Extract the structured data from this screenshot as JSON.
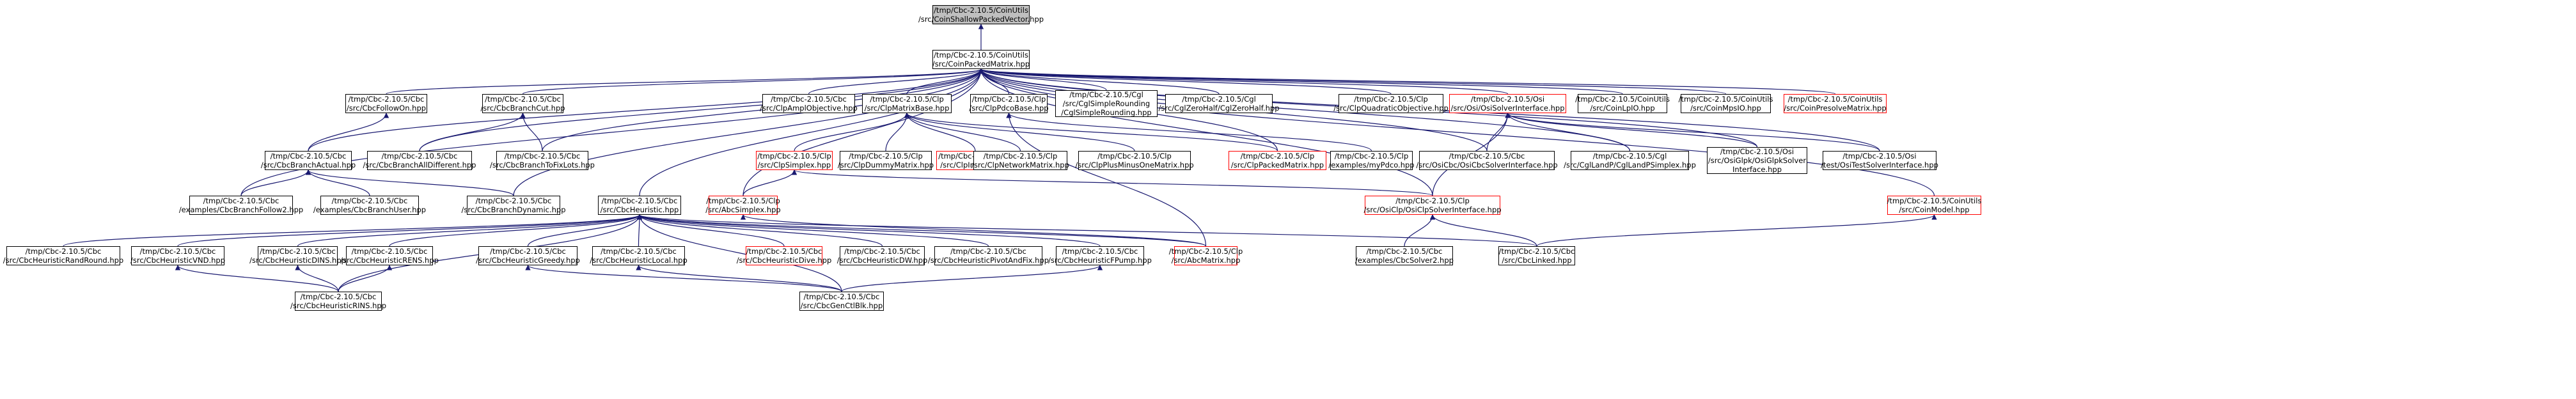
{
  "nodes": [
    {
      "id": "root",
      "lines": [
        "/tmp/Cbc-2.10.5/CoinUtils",
        "/src/CoinShallowPackedVector.hpp"
      ],
      "style": "root"
    },
    {
      "id": "cpm",
      "lines": [
        "/tmp/Cbc-2.10.5/CoinUtils",
        "/src/CoinPackedMatrix.hpp"
      ],
      "style": "black"
    },
    {
      "id": "followon",
      "lines": [
        "/tmp/Cbc-2.10.5/Cbc",
        "/src/CbcFollowOn.hpp"
      ],
      "style": "black"
    },
    {
      "id": "branchcut",
      "lines": [
        "/tmp/Cbc-2.10.5/Cbc",
        "/src/CbcBranchCut.hpp"
      ],
      "style": "black"
    },
    {
      "id": "amplobj",
      "lines": [
        "/tmp/Cbc-2.10.5/Cbc",
        "/src/ClpAmplObjective.hpp"
      ],
      "style": "black"
    },
    {
      "id": "clpmatbase",
      "lines": [
        "/tmp/Cbc-2.10.5/Clp",
        "/src/ClpMatrixBase.hpp"
      ],
      "style": "black"
    },
    {
      "id": "clppdco",
      "lines": [
        "/tmp/Cbc-2.10.5/Clp",
        "/src/ClpPdcoBase.hpp"
      ],
      "style": "black"
    },
    {
      "id": "cglsimple",
      "lines": [
        "/tmp/Cbc-2.10.5/Cgl",
        "/src/CglSimpleRounding",
        "/CglSimpleRounding.hpp"
      ],
      "style": "black"
    },
    {
      "id": "cglzero",
      "lines": [
        "/tmp/Cbc-2.10.5/Cgl",
        "/src/CglZeroHalf/CglZeroHalf.hpp"
      ],
      "style": "black"
    },
    {
      "id": "clpquad",
      "lines": [
        "/tmp/Cbc-2.10.5/Clp",
        "/src/ClpQuadraticObjective.hpp"
      ],
      "style": "black"
    },
    {
      "id": "osisi",
      "lines": [
        "/tmp/Cbc-2.10.5/Osi",
        "/src/Osi/OsiSolverInterface.hpp"
      ],
      "style": "red"
    },
    {
      "id": "coinlpio",
      "lines": [
        "/tmp/Cbc-2.10.5/CoinUtils",
        "/src/CoinLpIO.hpp"
      ],
      "style": "black"
    },
    {
      "id": "coinmps",
      "lines": [
        "/tmp/Cbc-2.10.5/CoinUtils",
        "/src/CoinMpsIO.hpp"
      ],
      "style": "black"
    },
    {
      "id": "coinpresolve",
      "lines": [
        "/tmp/Cbc-2.10.5/CoinUtils",
        "/src/CoinPresolveMatrix.hpp"
      ],
      "style": "red"
    },
    {
      "id": "branchactual",
      "lines": [
        "/tmp/Cbc-2.10.5/Cbc",
        "/src/CbcBranchActual.hpp"
      ],
      "style": "black"
    },
    {
      "id": "branchalldiff",
      "lines": [
        "/tmp/Cbc-2.10.5/Cbc",
        "/src/CbcBranchAllDifferent.hpp"
      ],
      "style": "black"
    },
    {
      "id": "branchtofix",
      "lines": [
        "/tmp/Cbc-2.10.5/Cbc",
        "/src/CbcBranchToFixLots.hpp"
      ],
      "style": "black"
    },
    {
      "id": "clpsimplex",
      "lines": [
        "/tmp/Cbc-2.10.5/Clp",
        "/src/ClpSimplex.hpp"
      ],
      "style": "red"
    },
    {
      "id": "clpdummy",
      "lines": [
        "/tmp/Cbc-2.10.5/Clp",
        "/src/ClpDummyMatrix.hpp"
      ],
      "style": "black"
    },
    {
      "id": "clpinterior",
      "lines": [
        "/tmp/Cbc-2.10.5/Clp",
        "/src/ClpInterior.hpp"
      ],
      "style": "red"
    },
    {
      "id": "clpnetwork",
      "lines": [
        "/tmp/Cbc-2.10.5/Clp",
        "/src/ClpNetworkMatrix.hpp"
      ],
      "style": "black"
    },
    {
      "id": "clpplusminus",
      "lines": [
        "/tmp/Cbc-2.10.5/Clp",
        "/src/ClpPlusMinusOneMatrix.hpp"
      ],
      "style": "black"
    },
    {
      "id": "clppacked",
      "lines": [
        "/tmp/Cbc-2.10.5/Clp",
        "/src/ClpPackedMatrix.hpp"
      ],
      "style": "red"
    },
    {
      "id": "mypdco",
      "lines": [
        "/tmp/Cbc-2.10.5/Clp",
        "/examples/myPdco.hpp"
      ],
      "style": "black"
    },
    {
      "id": "osiclpsi",
      "lines": [
        "/tmp/Cbc-2.10.5/Cbc",
        "/src/OsiCbc/OsiCbcSolverInterface.hpp"
      ],
      "style": "black"
    },
    {
      "id": "cgllandp",
      "lines": [
        "/tmp/Cbc-2.10.5/Cgl",
        "/src/CglLandP/CglLandPSimplex.hpp"
      ],
      "style": "black"
    },
    {
      "id": "osiglpk",
      "lines": [
        "/tmp/Cbc-2.10.5/Osi",
        "/src/OsiGlpk/OsiGlpkSolver",
        "Interface.hpp"
      ],
      "style": "black"
    },
    {
      "id": "ositest",
      "lines": [
        "/tmp/Cbc-2.10.5/Osi",
        "/test/OsiTestSolverInterface.hpp"
      ],
      "style": "black"
    },
    {
      "id": "follow2",
      "lines": [
        "/tmp/Cbc-2.10.5/Cbc",
        "/examples/CbcBranchFollow2.hpp"
      ],
      "style": "black"
    },
    {
      "id": "branchuser",
      "lines": [
        "/tmp/Cbc-2.10.5/Cbc",
        "/examples/CbcBranchUser.hpp"
      ],
      "style": "black"
    },
    {
      "id": "branchdyn",
      "lines": [
        "/tmp/Cbc-2.10.5/Cbc",
        "/src/CbcBranchDynamic.hpp"
      ],
      "style": "black"
    },
    {
      "id": "heuristic",
      "lines": [
        "/tmp/Cbc-2.10.5/Cbc",
        "/src/CbcHeuristic.hpp"
      ],
      "style": "black"
    },
    {
      "id": "abcsimplex",
      "lines": [
        "/tmp/Cbc-2.10.5/Clp",
        "/src/AbcSimplex.hpp"
      ],
      "style": "red"
    },
    {
      "id": "osiclp",
      "lines": [
        "/tmp/Cbc-2.10.5/Clp",
        "/src/OsiClp/OsiClpSolverInterface.hpp"
      ],
      "style": "red"
    },
    {
      "id": "coinmodel",
      "lines": [
        "/tmp/Cbc-2.10.5/CoinUtils",
        "/src/CoinModel.hpp"
      ],
      "style": "red"
    },
    {
      "id": "randround",
      "lines": [
        "/tmp/Cbc-2.10.5/Cbc",
        "/src/CbcHeuristicRandRound.hpp"
      ],
      "style": "black"
    },
    {
      "id": "vnd",
      "lines": [
        "/tmp/Cbc-2.10.5/Cbc",
        "/src/CbcHeuristicVND.hpp"
      ],
      "style": "black"
    },
    {
      "id": "dins",
      "lines": [
        "/tmp/Cbc-2.10.5/Cbc",
        "/src/CbcHeuristicDINS.hpp"
      ],
      "style": "black"
    },
    {
      "id": "rens",
      "lines": [
        "/tmp/Cbc-2.10.5/Cbc",
        "/src/CbcHeuristicRENS.hpp"
      ],
      "style": "black"
    },
    {
      "id": "greedy",
      "lines": [
        "/tmp/Cbc-2.10.5/Cbc",
        "/src/CbcHeuristicGreedy.hpp"
      ],
      "style": "black"
    },
    {
      "id": "local",
      "lines": [
        "/tmp/Cbc-2.10.5/Cbc",
        "/src/CbcHeuristicLocal.hpp"
      ],
      "style": "black"
    },
    {
      "id": "dive",
      "lines": [
        "/tmp/Cbc-2.10.5/Cbc",
        "/src/CbcHeuristicDive.hpp"
      ],
      "style": "red"
    },
    {
      "id": "dw",
      "lines": [
        "/tmp/Cbc-2.10.5/Cbc",
        "/src/CbcHeuristicDW.hpp"
      ],
      "style": "black"
    },
    {
      "id": "pivotfix",
      "lines": [
        "/tmp/Cbc-2.10.5/Cbc",
        "/src/CbcHeuristicPivotAndFix.hpp"
      ],
      "style": "black"
    },
    {
      "id": "fpump",
      "lines": [
        "/tmp/Cbc-2.10.5/Cbc",
        "/src/CbcHeuristicFPump.hpp"
      ],
      "style": "black"
    },
    {
      "id": "abcmatrix",
      "lines": [
        "/tmp/Cbc-2.10.5/Clp",
        "/src/AbcMatrix.hpp"
      ],
      "style": "red"
    },
    {
      "id": "solver2",
      "lines": [
        "/tmp/Cbc-2.10.5/Cbc",
        "/examples/CbcSolver2.hpp"
      ],
      "style": "black"
    },
    {
      "id": "linked",
      "lines": [
        "/tmp/Cbc-2.10.5/Cbc",
        "/src/CbcLinked.hpp"
      ],
      "style": "black"
    },
    {
      "id": "rins",
      "lines": [
        "/tmp/Cbc-2.10.5/Cbc",
        "/src/CbcHeuristicRINS.hpp"
      ],
      "style": "black"
    },
    {
      "id": "cutblk",
      "lines": [
        "/tmp/Cbc-2.10.5/Cbc",
        "/src/CbcGenCtlBlk.hpp"
      ],
      "style": "black"
    }
  ],
  "edges": [
    [
      "cpm",
      "root"
    ],
    [
      "followon",
      "cpm"
    ],
    [
      "branchcut",
      "cpm"
    ],
    [
      "amplobj",
      "cpm"
    ],
    [
      "clpmatbase",
      "cpm"
    ],
    [
      "clppdco",
      "cpm"
    ],
    [
      "cglsimple",
      "cpm"
    ],
    [
      "cglzero",
      "cpm"
    ],
    [
      "clpquad",
      "cpm"
    ],
    [
      "osisi",
      "cpm"
    ],
    [
      "coinlpio",
      "cpm"
    ],
    [
      "coinmps",
      "cpm"
    ],
    [
      "coinpresolve",
      "cpm"
    ],
    [
      "branchactual",
      "cpm"
    ],
    [
      "branchalldiff",
      "cpm"
    ],
    [
      "branchtofix",
      "cpm"
    ],
    [
      "clppacked",
      "cpm"
    ],
    [
      "osiclpsi",
      "cpm"
    ],
    [
      "cgllandp",
      "cpm"
    ],
    [
      "osiglpk",
      "cpm"
    ],
    [
      "ositest",
      "cpm"
    ],
    [
      "follow2",
      "cpm"
    ],
    [
      "branchdyn",
      "cpm"
    ],
    [
      "heuristic",
      "cpm"
    ],
    [
      "abcsimplex",
      "cpm"
    ],
    [
      "osiclp",
      "cpm"
    ],
    [
      "coinmodel",
      "cpm"
    ],
    [
      "branchactual",
      "followon"
    ],
    [
      "branchalldiff",
      "branchcut"
    ],
    [
      "branchtofix",
      "branchcut"
    ],
    [
      "clpsimplex",
      "clpmatbase"
    ],
    [
      "clpdummy",
      "clpmatbase"
    ],
    [
      "clpinterior",
      "clpmatbase"
    ],
    [
      "clpnetwork",
      "clpmatbase"
    ],
    [
      "clpplusminus",
      "clpmatbase"
    ],
    [
      "clppacked",
      "clpmatbase"
    ],
    [
      "mypdco",
      "clppdco"
    ],
    [
      "abcmatrix",
      "clppdco"
    ],
    [
      "osiclpsi",
      "osisi"
    ],
    [
      "cgllandp",
      "osisi"
    ],
    [
      "osiglpk",
      "osisi"
    ],
    [
      "ositest",
      "osisi"
    ],
    [
      "osiclp",
      "osisi"
    ],
    [
      "follow2",
      "branchactual"
    ],
    [
      "branchuser",
      "branchactual"
    ],
    [
      "branchdyn",
      "branchactual"
    ],
    [
      "abcsimplex",
      "clpsimplex"
    ],
    [
      "osiclp",
      "clpsimplex"
    ],
    [
      "randround",
      "heuristic"
    ],
    [
      "vnd",
      "heuristic"
    ],
    [
      "dins",
      "heuristic"
    ],
    [
      "rens",
      "heuristic"
    ],
    [
      "rins",
      "heuristic"
    ],
    [
      "greedy",
      "heuristic"
    ],
    [
      "local",
      "heuristic"
    ],
    [
      "dive",
      "heuristic"
    ],
    [
      "dw",
      "heuristic"
    ],
    [
      "pivotfix",
      "heuristic"
    ],
    [
      "fpump",
      "heuristic"
    ],
    [
      "abcmatrix",
      "heuristic"
    ],
    [
      "cutblk",
      "heuristic"
    ],
    [
      "linked",
      "heuristic"
    ],
    [
      "abcmatrix",
      "abcsimplex"
    ],
    [
      "solver2",
      "osiclp"
    ],
    [
      "linked",
      "osiclp"
    ],
    [
      "linked",
      "coinmodel"
    ],
    [
      "rins",
      "vnd"
    ],
    [
      "rins",
      "dins"
    ],
    [
      "rins",
      "rens"
    ],
    [
      "cutblk",
      "greedy"
    ],
    [
      "cutblk",
      "local"
    ],
    [
      "cutblk",
      "fpump"
    ]
  ]
}
